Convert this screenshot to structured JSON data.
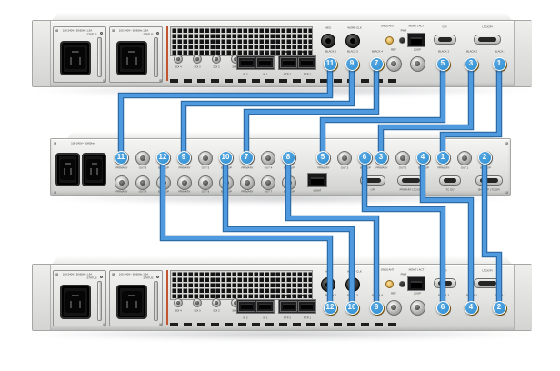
{
  "colors": {
    "cable": "#4f9ade",
    "cable_edge": "#2e6ca8",
    "badge": "#2b8ed3"
  },
  "spg_panel": {
    "psu_label": "100-240V~ 50/60Hz 1.5A",
    "status_label": "STATUS",
    "sdi_labels": [
      "SDI 4",
      "SDI 3",
      "SDI 2",
      "SDI 1"
    ],
    "sfp_labels": [
      "IP 2",
      "IP 1",
      "PTP 2",
      "PTP 1"
    ],
    "aes_label": "AES",
    "word_clk_label": "WORD CLK",
    "gnss_label": "GNSS ANT",
    "pwr_label": "PWR",
    "mgmt_label": "MGMT | ACT",
    "gpi_label": "GPI",
    "ltc_gpi_label": "LTC/GPI",
    "ref_label": "REF",
    "loop_label": "LOOP",
    "black_labels": [
      "BLACK 6",
      "BLACK 5",
      "BLACK 4",
      "BLACK 3",
      "BLACK 2",
      "BLACK 1"
    ]
  },
  "eco_panel": {
    "psu_label": "100-240V~ 50/60Hz",
    "mgmt_label": "MGMT",
    "gpi_label": "GPI",
    "primary_ltc_label": "PRIMARY LTC/GPI",
    "ltc_out_label": "LTC OUT",
    "backup_ltc_label": "BACKUP LTC/GPI",
    "primary_label": "PRIMARY",
    "backup_label": "BACKUP",
    "out_labels_top": [
      "OUT 6",
      "OUT 5",
      "OUT 4",
      "OUT 3",
      "OUT 2",
      "OUT 1"
    ],
    "out_labels_bottom": [
      "OUT 9",
      "OUT 8",
      "OUT 7"
    ]
  },
  "ports": {
    "top_badges": [
      "11",
      "9",
      "7",
      "5",
      "3",
      "1"
    ],
    "middle_pairs": [
      [
        "11",
        "12"
      ],
      [
        "9",
        "10"
      ],
      [
        "7",
        "8"
      ],
      [
        "5",
        "6"
      ],
      [
        "3",
        "4"
      ],
      [
        "1",
        "2"
      ]
    ],
    "bottom_badges": [
      "12",
      "10",
      "8",
      "6",
      "4",
      "2"
    ]
  },
  "connections": [
    {
      "port": "11",
      "from": "primary",
      "to": "changeover"
    },
    {
      "port": "9",
      "from": "primary",
      "to": "changeover"
    },
    {
      "port": "7",
      "from": "primary",
      "to": "changeover"
    },
    {
      "port": "5",
      "from": "primary",
      "to": "changeover"
    },
    {
      "port": "3",
      "from": "primary",
      "to": "changeover"
    },
    {
      "port": "1",
      "from": "primary",
      "to": "changeover"
    },
    {
      "port": "12",
      "from": "backup",
      "to": "changeover"
    },
    {
      "port": "10",
      "from": "backup",
      "to": "changeover"
    },
    {
      "port": "8",
      "from": "backup",
      "to": "changeover"
    },
    {
      "port": "6",
      "from": "backup",
      "to": "changeover"
    },
    {
      "port": "4",
      "from": "backup",
      "to": "changeover"
    },
    {
      "port": "2",
      "from": "backup",
      "to": "changeover"
    }
  ]
}
